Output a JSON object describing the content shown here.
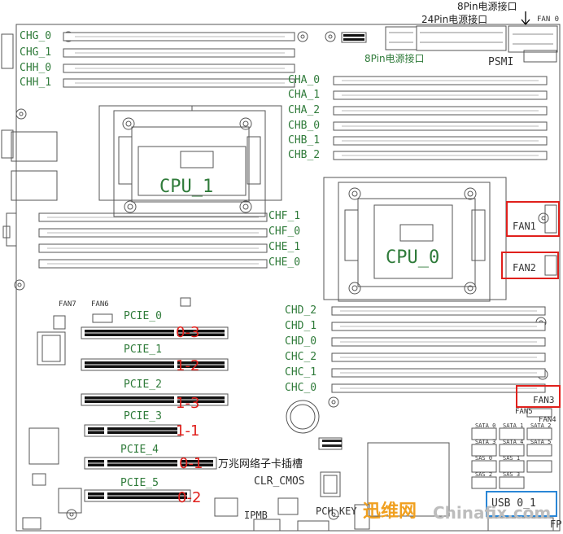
{
  "colors": {
    "label_green": "#2f7b3a",
    "highlight_red": "#e0201c",
    "highlight_blue": "#2a86d6",
    "outline": "#555555"
  },
  "top_connectors": {
    "pin8_top": "8Pin电源接口",
    "pin24": "24Pin电源接口",
    "pin8_bottom": "8Pin电源接口",
    "psm": "PSMI",
    "fan0": "FAN 0"
  },
  "memory_left_top": [
    "CHG_0",
    "CHG_1",
    "CHH_0",
    "CHH_1"
  ],
  "memory_right_top": [
    "CHA_0",
    "CHA_1",
    "CHA_2",
    "CHB_0",
    "CHB_1",
    "CHB_2"
  ],
  "memory_left_mid": [
    "CHF_1",
    "CHF_0",
    "CHE_1",
    "CHE_0"
  ],
  "memory_right_bottom": [
    "CHD_2",
    "CHD_1",
    "CHD_0",
    "CHC_2",
    "CHC_1",
    "CHC_0"
  ],
  "cpus": {
    "cpu1": "CPU_1",
    "cpu0": "CPU_0"
  },
  "fans": {
    "fan1": "FAN1",
    "fan2": "FAN2",
    "fan3": "FAN3",
    "fan5": "FAN5",
    "fan4": "FAN4",
    "fan7": "FAN7",
    "fan6": "FAN6"
  },
  "pcie_slots": [
    {
      "name": "PCIE_0",
      "note": "0-3"
    },
    {
      "name": "PCIE_1",
      "note": "1-2"
    },
    {
      "name": "PCIE_2",
      "note": "1-3"
    },
    {
      "name": "PCIE_3",
      "note": "1-1"
    },
    {
      "name": "PCIE_4",
      "note": "0-1"
    },
    {
      "name": "PCIE_5",
      "note": "0-2"
    }
  ],
  "misc": {
    "nic_slot": "万兆网络子卡插槽",
    "clr_cmos": "CLR_CMOS",
    "ipmb": "IPMB",
    "pch_key": "PCH_KEY",
    "usb": "USB 0_1",
    "fp": "FP"
  },
  "sata": [
    "SATA 0",
    "SATA 1",
    "SATA 2",
    "SATA 3",
    "SATA 4",
    "SATA 5",
    "SAS 0",
    "SAS 1",
    "SAS 2",
    "SAS 3"
  ],
  "watermark": {
    "cn": "迅维网",
    "en": "Chinafix.com"
  }
}
